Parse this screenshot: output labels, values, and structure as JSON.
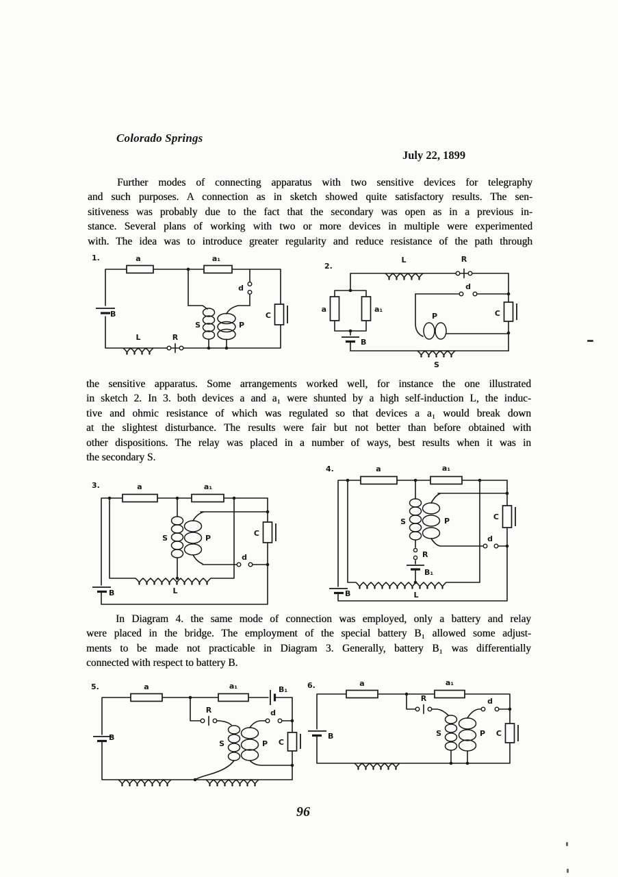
{
  "header": {
    "location": "Colorado Springs",
    "date": "July 22, 1899"
  },
  "paragraphs": {
    "p1": [
      "Further modes of connecting apparatus with two sensitive devices for telegraphy",
      "and such purposes. A connection as in sketch showed quite satisfactory results. The sen-",
      "sitiveness was probably due to the fact that the secondary was open as in a previous in-",
      "stance. Several plans of working with two or more devices in multiple were experimented",
      "with. The idea was to introduce greater regularity and reduce resistance of the path through"
    ],
    "p2": [
      "the sensitive apparatus. Some arrangements worked well, for instance the one illustrated",
      "in sketch 2. In 3. both devices a and a₁ were shunted by a high self-induction L, the induc-",
      "tive and ohmic resistance of which was regulated so that devices a a₁ would break down",
      "at the slightest disturbance. The results were fair but not better than before obtained with",
      "other dispositions. The relay was placed in a number of ways, best results when it was in",
      "the secondary S."
    ],
    "p3": [
      "In Diagram 4. the same mode of connection was employed, only a battery and relay",
      "were placed in the bridge.  The employment of the special battery B₁ allowed some adjust-",
      "ments to be made not practicable in Diagram 3. Generally, battery B₁ was differentially",
      "connected with respect to battery B."
    ]
  },
  "figures": {
    "f1": {
      "num": "1.",
      "labels": {
        "a": "a",
        "a1": "a₁",
        "d": "d",
        "B": "B",
        "S": "S",
        "P": "P",
        "C": "C",
        "L": "L",
        "R": "R"
      }
    },
    "f2": {
      "num": "2.",
      "labels": {
        "L": "L",
        "R": "R",
        "d": "d",
        "a": "a",
        "a1": "a₁",
        "C": "C",
        "P": "P",
        "B": "B",
        "S": "S"
      }
    },
    "f3": {
      "num": "3.",
      "labels": {
        "a": "a",
        "a1": "a₁",
        "S": "S",
        "P": "P",
        "C": "C",
        "d": "d",
        "L": "L",
        "B": "B"
      }
    },
    "f4": {
      "num": "4.",
      "labels": {
        "a": "a",
        "a1": "a₁",
        "S": "S",
        "P": "P",
        "C": "C",
        "d": "d",
        "R": "R",
        "B1": "B₁",
        "L": "L",
        "B": "B"
      }
    },
    "f5": {
      "num": "5.",
      "labels": {
        "a": "a",
        "a1": "a₁",
        "B1": "B₁",
        "R": "R",
        "d": "d",
        "B": "B",
        "S": "S",
        "P": "P",
        "C": "C"
      }
    },
    "f6": {
      "num": "6.",
      "labels": {
        "a": "a",
        "a1": "a₁",
        "R": "R",
        "d": "d",
        "B": "B",
        "S": "S",
        "P": "P",
        "C": "C"
      }
    }
  },
  "footer": {
    "page_number": "96"
  }
}
